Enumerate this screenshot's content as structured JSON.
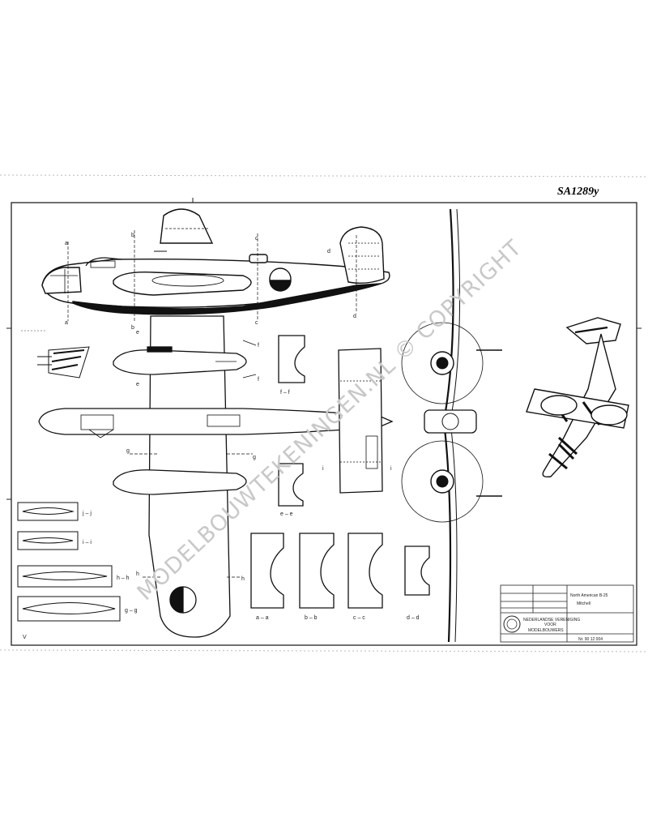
{
  "sheet": {
    "corner_note": "SA1289y",
    "watermark": "MODELBOUWTEKENINGEN.NL © COPYRIGHT"
  },
  "section_labels": {
    "a": "a – a",
    "b": "b – b",
    "c": "c – c",
    "d": "d – d",
    "e": "e – e",
    "f": "f – f",
    "g": "g – g",
    "h": "h – h",
    "i": "i – i",
    "j": "j – j"
  },
  "title_block": {
    "aircraft": "North American B-25",
    "variant": "Mitchell",
    "org_line1": "NEDERLANDSE VERENIGING",
    "org_line2": "VOOR",
    "org_line3": "MODELBOUWERS",
    "drawing_number": "Nr. 90 12 004"
  },
  "colors": {
    "ink": "#111111",
    "watermark": "#c8c8c8",
    "paper": "#ffffff"
  }
}
